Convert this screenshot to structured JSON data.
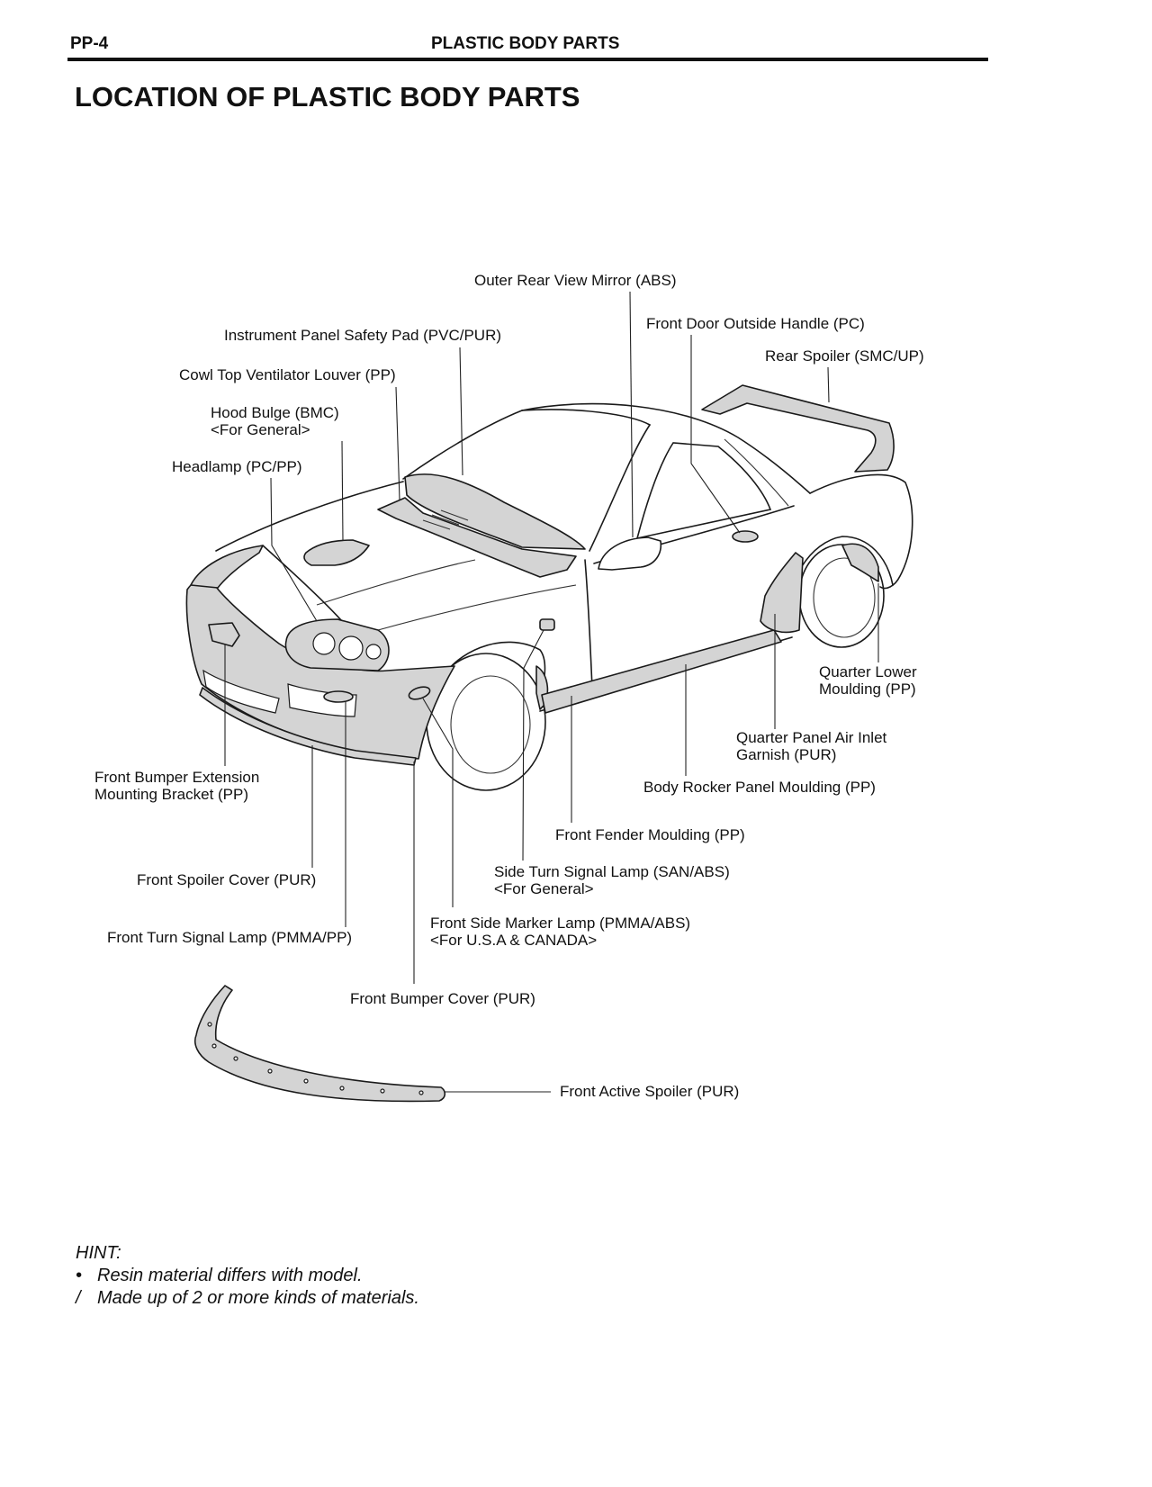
{
  "header": {
    "page_code": "PP-4",
    "section": "PLASTIC BODY PARTS"
  },
  "title": "LOCATION OF PLASTIC BODY PARTS",
  "diagram": {
    "labels": {
      "outer_rear_view_mirror": [
        "Outer Rear View Mirror (ABS)"
      ],
      "front_door_outside_handle": [
        "Front Door Outside Handle (PC)"
      ],
      "instrument_panel_safety_pad": [
        "Instrument Panel Safety Pad (PVC/PUR)"
      ],
      "rear_spoiler": [
        "Rear Spoiler (SMC/UP)"
      ],
      "cowl_top_ventilator_louver": [
        "Cowl Top Ventilator Louver (PP)"
      ],
      "hood_bulge": [
        "Hood Bulge (BMC)",
        "<For General>"
      ],
      "headlamp": [
        "Headlamp (PC/PP)"
      ],
      "quarter_lower_moulding": [
        "Quarter Lower",
        "Moulding (PP)"
      ],
      "quarter_panel_air_inlet_garnish": [
        "Quarter Panel Air Inlet",
        "Garnish (PUR)"
      ],
      "front_bumper_extension_mounting_bracket": [
        "Front Bumper Extension",
        "Mounting Bracket (PP)"
      ],
      "body_rocker_panel_moulding": [
        "Body Rocker Panel Moulding (PP)"
      ],
      "front_fender_moulding": [
        "Front Fender Moulding (PP)"
      ],
      "side_turn_signal_lamp": [
        "Side Turn Signal Lamp (SAN/ABS)",
        "<For General>"
      ],
      "front_spoiler_cover": [
        "Front Spoiler Cover (PUR)"
      ],
      "front_side_marker_lamp": [
        "Front Side Marker Lamp (PMMA/ABS)",
        "<For U.S.A & CANADA>"
      ],
      "front_turn_signal_lamp": [
        "Front Turn Signal Lamp (PMMA/PP)"
      ],
      "front_bumper_cover": [
        "Front Bumper Cover (PUR)"
      ],
      "front_active_spoiler": [
        "Front Active Spoiler (PUR)"
      ]
    }
  },
  "hint": {
    "heading": "HINT:",
    "items": [
      {
        "marker": "•",
        "text": "Resin material differs with model."
      },
      {
        "marker": "/",
        "text": "Made up of 2 or more kinds of materials."
      }
    ]
  }
}
